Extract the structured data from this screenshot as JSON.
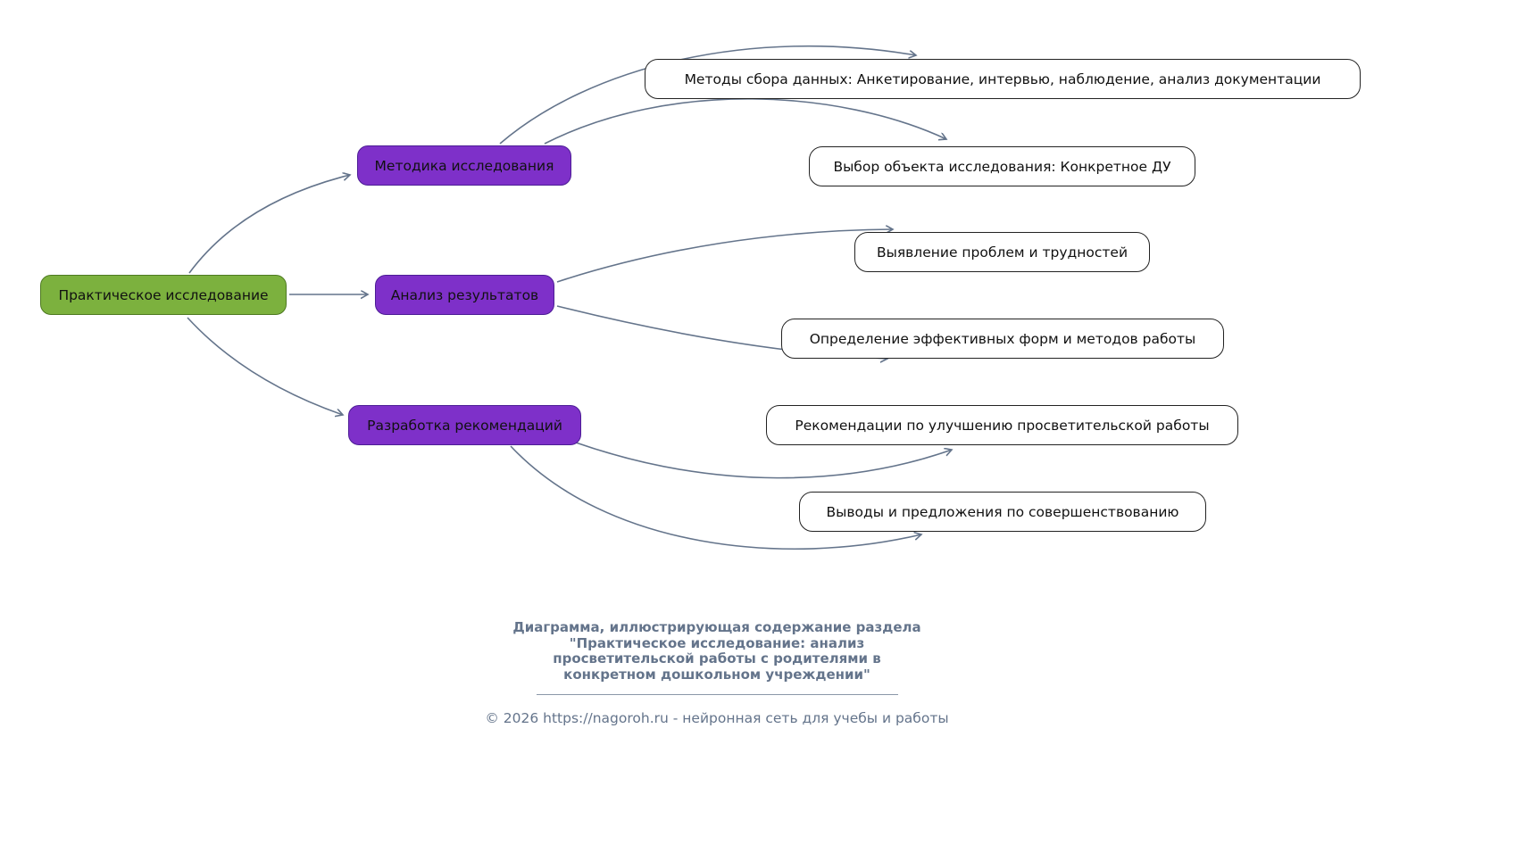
{
  "colors": {
    "root_fill": "#7cb13e",
    "root_border": "#4e7a22",
    "branch_fill": "#7e30c9",
    "branch_border": "#4c1d95",
    "leaf_fill": "#ffffff",
    "leaf_border": "#222222",
    "edge": "#64748b",
    "caption_text": "#64748b"
  },
  "diagram": {
    "root": {
      "label": "Практическое исследование"
    },
    "branches": [
      {
        "label": "Методика исследования",
        "children": [
          "Методы сбора данных: Анкетирование, интервью, наблюдение, анализ документации",
          "Выбор объекта исследования: Конкретное ДУ"
        ]
      },
      {
        "label": "Анализ результатов",
        "children": [
          "Выявление проблем и трудностей",
          "Определение эффективных форм и методов работы"
        ]
      },
      {
        "label": "Разработка рекомендаций",
        "children": [
          "Рекомендации по улучшению просветительской работы",
          "Выводы и предложения по совершенствованию"
        ]
      }
    ]
  },
  "caption": {
    "title_lines": [
      "Диаграмма, иллюстрирующая содержание раздела",
      "\"Практическое исследование: анализ",
      "просветительской работы с родителями в",
      "конкретном дошкольном учреждении\""
    ],
    "copyright": "© 2026 https://nagoroh.ru - нейронная сеть для учебы и работы"
  }
}
